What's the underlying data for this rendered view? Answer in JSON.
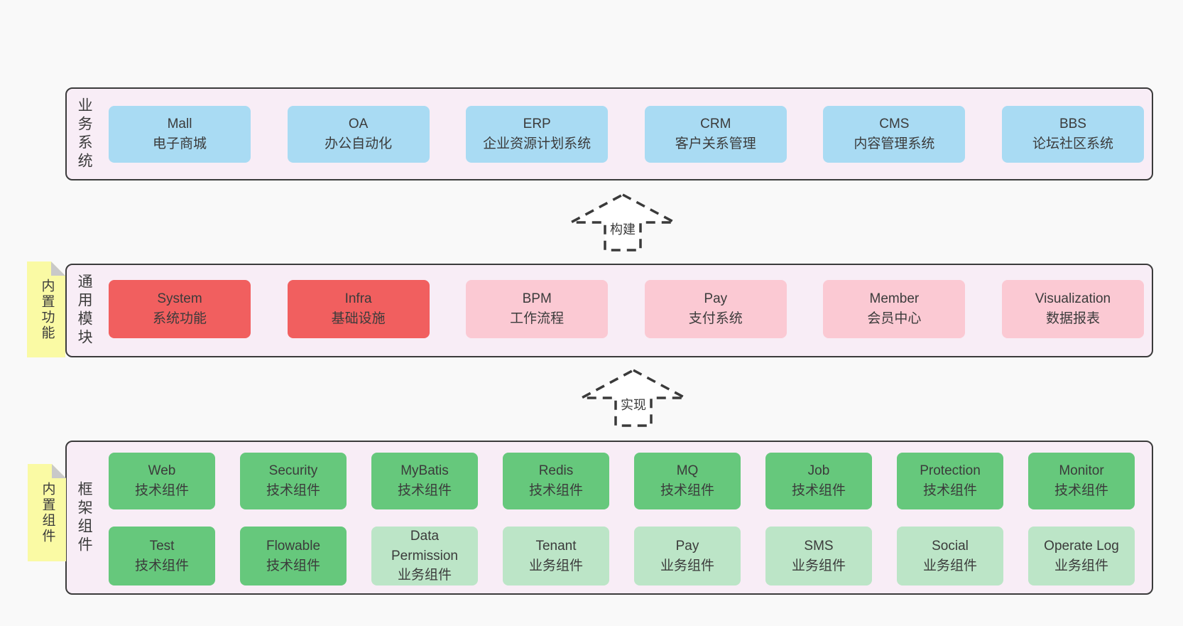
{
  "palette": {
    "page_bg": "#f9f9f9",
    "panel_bg": "#f8edf6",
    "panel_border": "#3b3b3b",
    "blue": "#a9dbf3",
    "red": "#f15f5f",
    "pink": "#fbc9d3",
    "green": "#66c87c",
    "light_green": "#bce5c7",
    "note_yellow": "#fafaa4",
    "fold_gray": "#c9c9c9",
    "text": "#3b3b3b"
  },
  "arrows": {
    "build": "构建",
    "implement": "实现"
  },
  "layers": {
    "business": {
      "label": "业务系统",
      "items": [
        {
          "name": "Mall",
          "desc": "电子商城"
        },
        {
          "name": "OA",
          "desc": "办公自动化"
        },
        {
          "name": "ERP",
          "desc": "企业资源计划系统"
        },
        {
          "name": "CRM",
          "desc": "客户关系管理"
        },
        {
          "name": "CMS",
          "desc": "内容管理系统"
        },
        {
          "name": "BBS",
          "desc": "论坛社区系统"
        }
      ]
    },
    "modules": {
      "label": "通用模块",
      "note": "内置功能",
      "items": [
        {
          "name": "System",
          "desc": "系统功能"
        },
        {
          "name": "Infra",
          "desc": "基础设施"
        },
        {
          "name": "BPM",
          "desc": "工作流程"
        },
        {
          "name": "Pay",
          "desc": "支付系统"
        },
        {
          "name": "Member",
          "desc": "会员中心"
        },
        {
          "name": "Visualization",
          "desc": "数据报表"
        }
      ]
    },
    "framework": {
      "label": "框架组件",
      "note": "内置组件",
      "row1": [
        {
          "name": "Web",
          "desc": "技术组件"
        },
        {
          "name": "Security",
          "desc": "技术组件"
        },
        {
          "name": "MyBatis",
          "desc": "技术组件"
        },
        {
          "name": "Redis",
          "desc": "技术组件"
        },
        {
          "name": "MQ",
          "desc": "技术组件"
        },
        {
          "name": "Job",
          "desc": "技术组件"
        },
        {
          "name": "Protection",
          "desc": "技术组件"
        },
        {
          "name": "Monitor",
          "desc": "技术组件"
        }
      ],
      "row2": [
        {
          "name": "Test",
          "desc": "技术组件"
        },
        {
          "name": "Flowable",
          "desc": "技术组件"
        },
        {
          "name": "Data Permission",
          "desc": "业务组件"
        },
        {
          "name": "Tenant",
          "desc": "业务组件"
        },
        {
          "name": "Pay",
          "desc": "业务组件"
        },
        {
          "name": "SMS",
          "desc": "业务组件"
        },
        {
          "name": "Social",
          "desc": "业务组件"
        },
        {
          "name": "Operate Log",
          "desc": "业务组件"
        }
      ]
    }
  }
}
